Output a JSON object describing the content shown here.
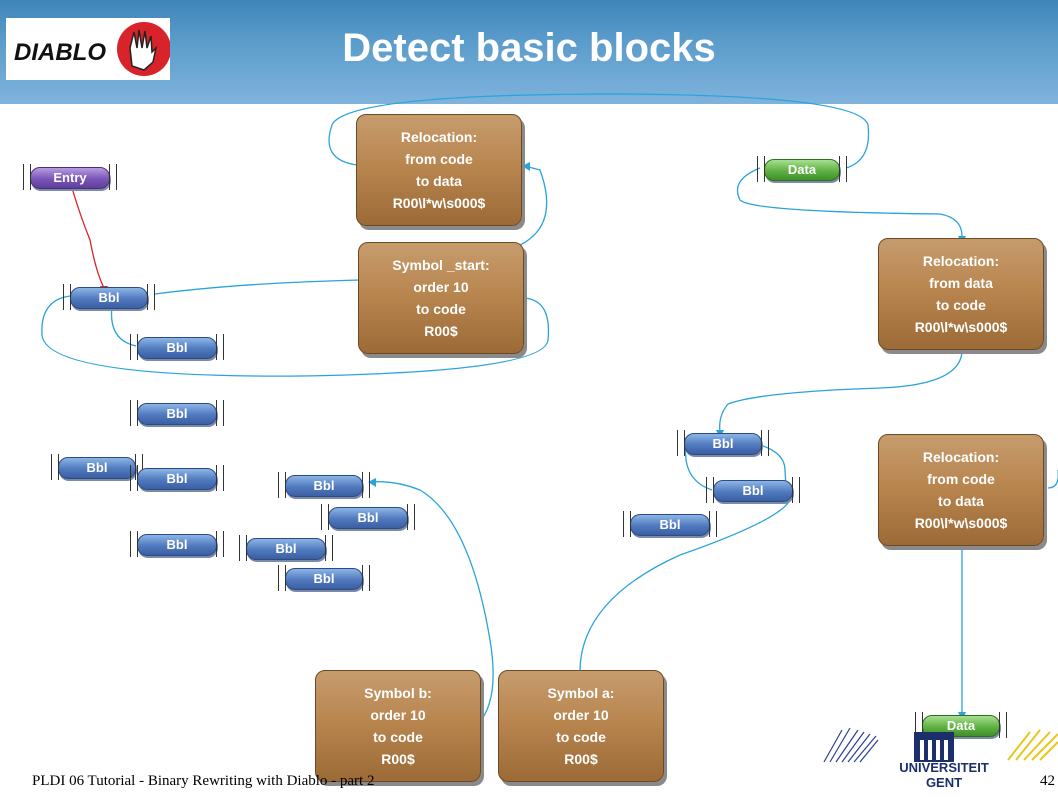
{
  "slide": {
    "title": "Detect basic blocks",
    "footer": "PLDI 06 Tutorial - Binary Rewriting with Diablo - part 2",
    "page_number": "42",
    "logo_text": "DIABLO",
    "university_line1": "UNIVERSITEIT",
    "university_line2": "GENT"
  },
  "nodes": {
    "entry": "Entry",
    "data_top": "Data",
    "data_bottom": "Data",
    "bbl": "Bbl"
  },
  "boxes": {
    "reloc_code_data_top": {
      "l1": "Relocation:",
      "l2": "from code",
      "l3": "to data",
      "l4": "R00\\l*w\\s000$"
    },
    "symbol_start": {
      "l1": "Symbol _start:",
      "l2": "order 10",
      "l3": "to code",
      "l4": "R00$"
    },
    "reloc_data_code": {
      "l1": "Relocation:",
      "l2": "from data",
      "l3": "to code",
      "l4": "R00\\l*w\\s000$"
    },
    "reloc_code_data_right": {
      "l1": "Relocation:",
      "l2": "from code",
      "l3": "to data",
      "l4": "R00\\l*w\\s000$"
    },
    "symbol_b": {
      "l1": "Symbol b:",
      "l2": "order 10",
      "l3": "to code",
      "l4": "R00$"
    },
    "symbol_a": {
      "l1": "Symbol a:",
      "l2": "order 10",
      "l3": "to code",
      "l4": "R00$"
    }
  },
  "colors": {
    "header": "#4a8fc2",
    "edge": "#29a3dc",
    "entry_edge": "#d9232a",
    "box": "#b98650",
    "bbl": "#5079bd",
    "entry": "#7a55b8",
    "data": "#5fb142"
  }
}
